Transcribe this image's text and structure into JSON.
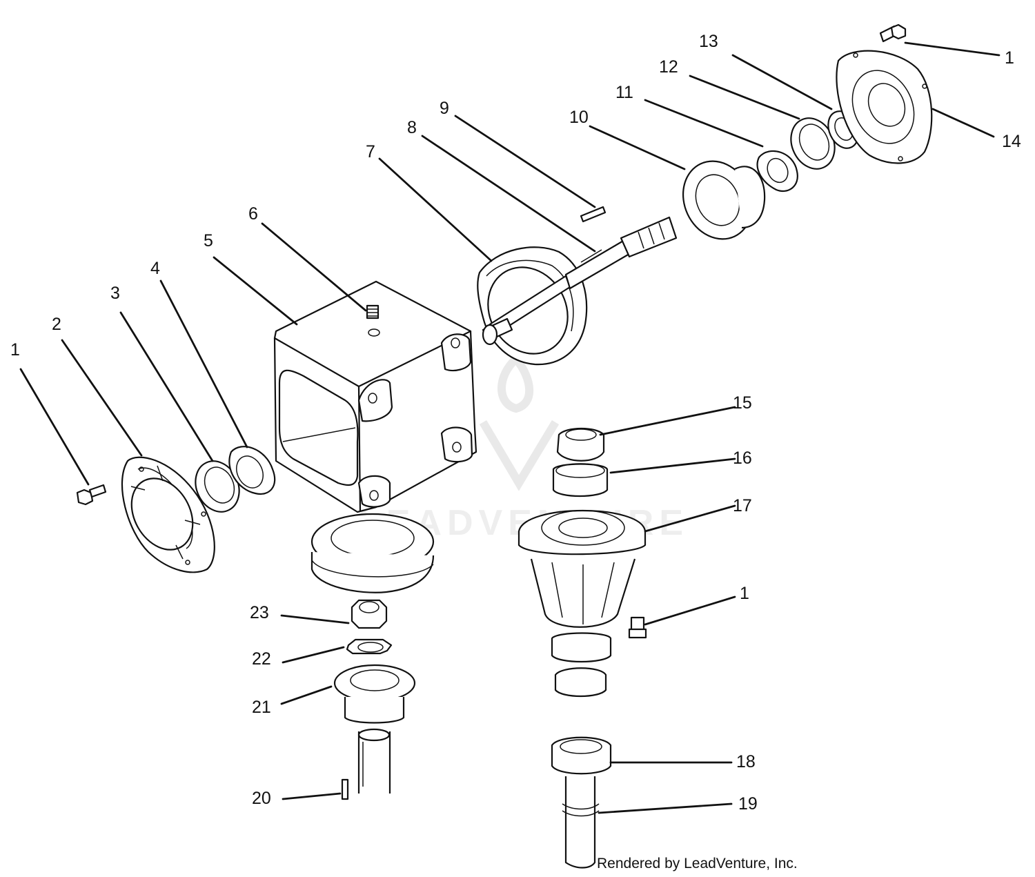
{
  "callouts": [
    {
      "id": "c1a",
      "label": "1"
    },
    {
      "id": "c2",
      "label": "2"
    },
    {
      "id": "c3",
      "label": "3"
    },
    {
      "id": "c4",
      "label": "4"
    },
    {
      "id": "c5",
      "label": "5"
    },
    {
      "id": "c6",
      "label": "6"
    },
    {
      "id": "c7",
      "label": "7"
    },
    {
      "id": "c8",
      "label": "8"
    },
    {
      "id": "c9",
      "label": "9"
    },
    {
      "id": "c10",
      "label": "10"
    },
    {
      "id": "c11",
      "label": "11"
    },
    {
      "id": "c12",
      "label": "12"
    },
    {
      "id": "c13",
      "label": "13"
    },
    {
      "id": "c1b",
      "label": "1"
    },
    {
      "id": "c14",
      "label": "14"
    },
    {
      "id": "c15",
      "label": "15"
    },
    {
      "id": "c16",
      "label": "16"
    },
    {
      "id": "c17",
      "label": "17"
    },
    {
      "id": "c1c",
      "label": "1"
    },
    {
      "id": "c18",
      "label": "18"
    },
    {
      "id": "c19",
      "label": "19"
    },
    {
      "id": "c20",
      "label": "20"
    },
    {
      "id": "c21",
      "label": "21"
    },
    {
      "id": "c22",
      "label": "22"
    },
    {
      "id": "c23",
      "label": "23"
    }
  ],
  "credit": "Rendered by LeadVenture, Inc.",
  "watermark": "LEADVENTURE"
}
